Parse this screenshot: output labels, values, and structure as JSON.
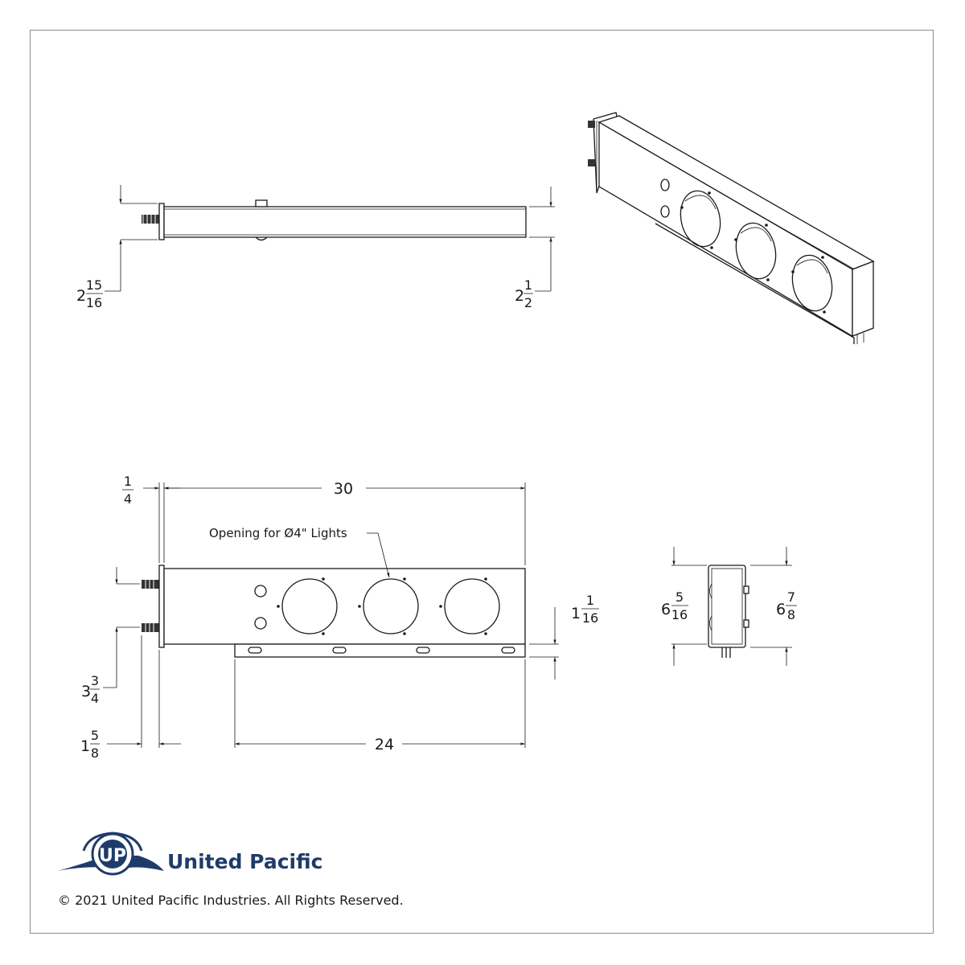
{
  "dimensions": {
    "side_left": {
      "whole": "2",
      "num": "15",
      "den": "16"
    },
    "side_right": {
      "whole": "2",
      "num": "1",
      "den": "2"
    },
    "flange": {
      "whole": "",
      "num": "1",
      "den": "4"
    },
    "length": "30",
    "bracket_length": "24",
    "bracket_drop": {
      "whole": "1",
      "num": "1",
      "den": "16"
    },
    "stud_spacing": {
      "whole": "3",
      "num": "3",
      "den": "4"
    },
    "stud_length": {
      "whole": "1",
      "num": "5",
      "den": "8"
    },
    "end_inner": {
      "whole": "6",
      "num": "5",
      "den": "16"
    },
    "end_outer": {
      "whole": "6",
      "num": "7",
      "den": "8"
    }
  },
  "callout": "Opening for Ø4\" Lights",
  "brand": {
    "name": "United Pacific",
    "logo_letters": "UP",
    "color": "#1f3b6b"
  },
  "copyright": "© 2021 United Pacific Industries. All Rights Reserved."
}
